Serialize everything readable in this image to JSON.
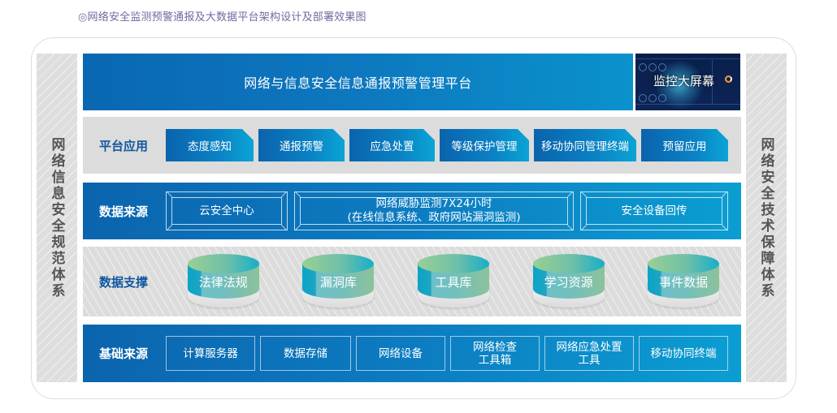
{
  "caption": "◎网络安全监测预警通报及大数据平台架构设计及部署效果图",
  "left_pillar": "网络信息安全规范体系",
  "right_pillar": "网络安全技术保障体系",
  "header": {
    "title": "网络与信息安全信息通报预警管理平台",
    "monitor_label": "监控大屏幕"
  },
  "colors": {
    "primary_blue": "#0b6ab3",
    "accent_cyan": "#0aa4d6",
    "label_blue": "#11569f",
    "pillar_gray": "#dedede",
    "cylinder_green": "#8cc29a"
  },
  "rows": {
    "apps": {
      "label": "平台应用",
      "items": [
        "态度感知",
        "通报预警",
        "应急处置",
        "等级保护管理",
        "移动协同管理终端",
        "预留应用"
      ]
    },
    "sources": {
      "label": "数据来源",
      "items": [
        {
          "line1": "云安全中心",
          "line2": ""
        },
        {
          "line1": "网络威胁监测7X24小时",
          "line2": "(在线信息系统、政府网站漏洞监测)"
        },
        {
          "line1": "安全设备回传",
          "line2": ""
        }
      ]
    },
    "support": {
      "label": "数据支撑",
      "items": [
        "法律法规",
        "漏洞库",
        "工具库",
        "学习资源",
        "事件数据"
      ]
    },
    "base": {
      "label": "基础来源",
      "items": [
        {
          "line1": "计算服务器",
          "line2": ""
        },
        {
          "line1": "数据存储",
          "line2": ""
        },
        {
          "line1": "网络设备",
          "line2": ""
        },
        {
          "line1": "网络检查",
          "line2": "工具箱"
        },
        {
          "line1": "网络应急处置",
          "line2": "工具"
        },
        {
          "line1": "移动协同终端",
          "line2": ""
        }
      ]
    }
  }
}
